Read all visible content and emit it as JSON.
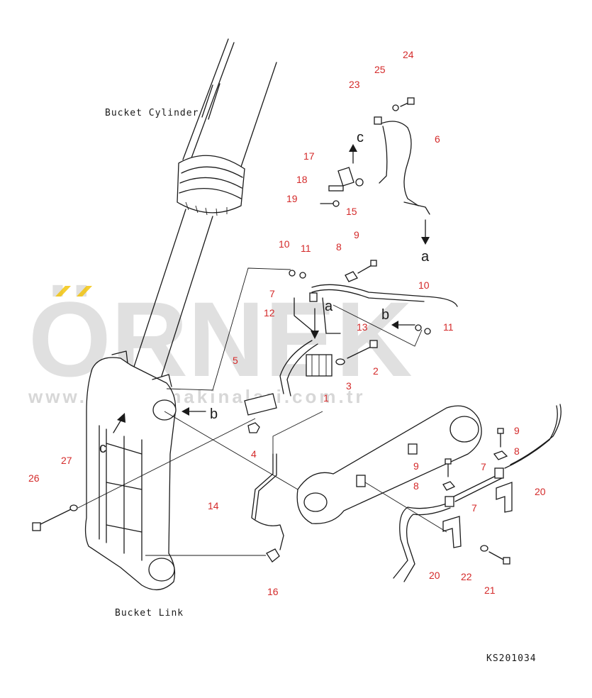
{
  "labels": {
    "bucket_cylinder": "Bucket Cylinder",
    "bucket_link": "Bucket Link",
    "drawing_code": "KS201034"
  },
  "watermark": {
    "brand": "ÖRNEK",
    "url": "www.orneksmakinalari.com.tr"
  },
  "reference_letters": {
    "a": "a",
    "b": "b",
    "c": "c"
  },
  "callouts": [
    {
      "id": "c24",
      "text": "24"
    },
    {
      "id": "c25",
      "text": "25"
    },
    {
      "id": "c23",
      "text": "23"
    },
    {
      "id": "c6",
      "text": "6"
    },
    {
      "id": "c17",
      "text": "17"
    },
    {
      "id": "c18",
      "text": "18"
    },
    {
      "id": "c19",
      "text": "19"
    },
    {
      "id": "c15",
      "text": "15"
    },
    {
      "id": "c10a",
      "text": "10"
    },
    {
      "id": "c11a",
      "text": "11"
    },
    {
      "id": "c8a",
      "text": "8"
    },
    {
      "id": "c9a",
      "text": "9"
    },
    {
      "id": "c7a",
      "text": "7"
    },
    {
      "id": "c12",
      "text": "12"
    },
    {
      "id": "c13",
      "text": "13"
    },
    {
      "id": "c10b",
      "text": "10"
    },
    {
      "id": "c11b",
      "text": "11"
    },
    {
      "id": "c5",
      "text": "5"
    },
    {
      "id": "c2",
      "text": "2"
    },
    {
      "id": "c3",
      "text": "3"
    },
    {
      "id": "c1",
      "text": "1"
    },
    {
      "id": "c4",
      "text": "4"
    },
    {
      "id": "c9b",
      "text": "9"
    },
    {
      "id": "c8b",
      "text": "8"
    },
    {
      "id": "c7b",
      "text": "7"
    },
    {
      "id": "c9c",
      "text": "9"
    },
    {
      "id": "c8c",
      "text": "8"
    },
    {
      "id": "c20a",
      "text": "20"
    },
    {
      "id": "c7c",
      "text": "7"
    },
    {
      "id": "c27",
      "text": "27"
    },
    {
      "id": "c26",
      "text": "26"
    },
    {
      "id": "c14",
      "text": "14"
    },
    {
      "id": "c16",
      "text": "16"
    },
    {
      "id": "c20b",
      "text": "20"
    },
    {
      "id": "c22",
      "text": "22"
    },
    {
      "id": "c21",
      "text": "21"
    }
  ]
}
